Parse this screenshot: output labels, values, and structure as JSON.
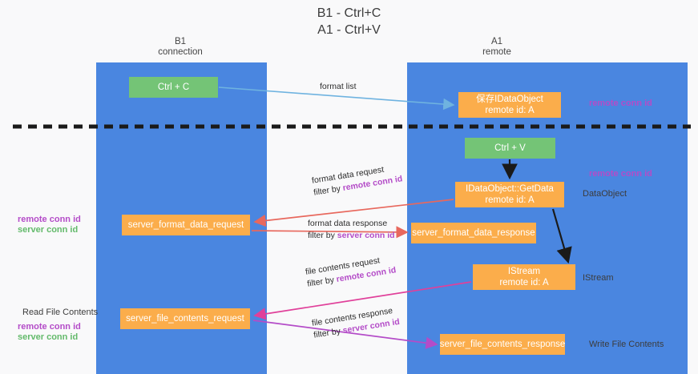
{
  "title": {
    "line1": "B1 - Ctrl+C",
    "line2": "A1 - Ctrl+V"
  },
  "lanes": [
    {
      "id": "b1",
      "name": "B1",
      "subtitle": "connection",
      "color": "#4a86e0"
    },
    {
      "id": "a1",
      "name": "A1",
      "subtitle": "remote",
      "color": "#4a86e0"
    }
  ],
  "colors": {
    "lane": "#4a86e0",
    "green_box": "#74c476",
    "orange_box": "#fbad4b",
    "remote_conn_id": "#b44cc8",
    "server_conn_id": "#63ba6b",
    "arrow_format_list": "#6fb3e0",
    "arrow_format_data": "#e8685d",
    "arrow_file_request": "#e0409a",
    "arrow_file_response": "#b44cc8",
    "arrow_black": "#1a1a1a",
    "divider": "#1a1a1a",
    "background": "#f9f9fa"
  },
  "boxes": [
    {
      "id": "ctrl-c",
      "kind": "green",
      "line1": "Ctrl + C",
      "line2": ""
    },
    {
      "id": "save-dataobject",
      "kind": "orange",
      "line1": "保存IDataObject",
      "line2": "remote id: A"
    },
    {
      "id": "ctrl-v",
      "kind": "green",
      "line1": "Ctrl + V",
      "line2": ""
    },
    {
      "id": "getdata",
      "kind": "orange",
      "line1": "IDataObject::GetData",
      "line2": "remote id: A"
    },
    {
      "id": "server-format-data-request",
      "kind": "orange",
      "line1": "server_format_data_request",
      "line2": ""
    },
    {
      "id": "server-format-data-response",
      "kind": "orange",
      "line1": "server_format_data_response",
      "line2": ""
    },
    {
      "id": "istream",
      "kind": "orange",
      "line1": "IStream",
      "line2": "remote id: A"
    },
    {
      "id": "server-file-contents-request",
      "kind": "orange",
      "line1": "server_file_contents_request",
      "line2": ""
    },
    {
      "id": "server-file-contents-response",
      "kind": "orange",
      "line1": "server_file_contents_response",
      "line2": ""
    }
  ],
  "edge_labels": {
    "format_list": "format list",
    "format_data_request": {
      "line1": "format data request",
      "line2_prefix": "filter by ",
      "line2_value": "remote conn id"
    },
    "format_data_response": {
      "line1": "format data response",
      "line2_prefix": "filter by ",
      "line2_value": "server conn id"
    },
    "file_contents_request": {
      "line1": "file contents request",
      "line2_prefix": "filter by ",
      "line2_value": "remote conn id"
    },
    "file_contents_response": {
      "line1": "file contents response",
      "line2_prefix": "filter by ",
      "line2_value": "server conn id"
    }
  },
  "annotations": {
    "right_remote_conn_id_top": "remote conn id",
    "right_remote_conn_id_mid": "remote conn id",
    "right_dataobject": "DataObject",
    "right_istream": "IStream",
    "right_write_file_contents": "Write File Contents",
    "left_remote_conn_id_mid": "remote conn id",
    "left_server_conn_id_mid": "server conn id",
    "left_read_file_contents": "Read File Contents",
    "left_remote_conn_id_bottom": "remote conn id",
    "left_server_conn_id_bottom": "server conn id"
  }
}
